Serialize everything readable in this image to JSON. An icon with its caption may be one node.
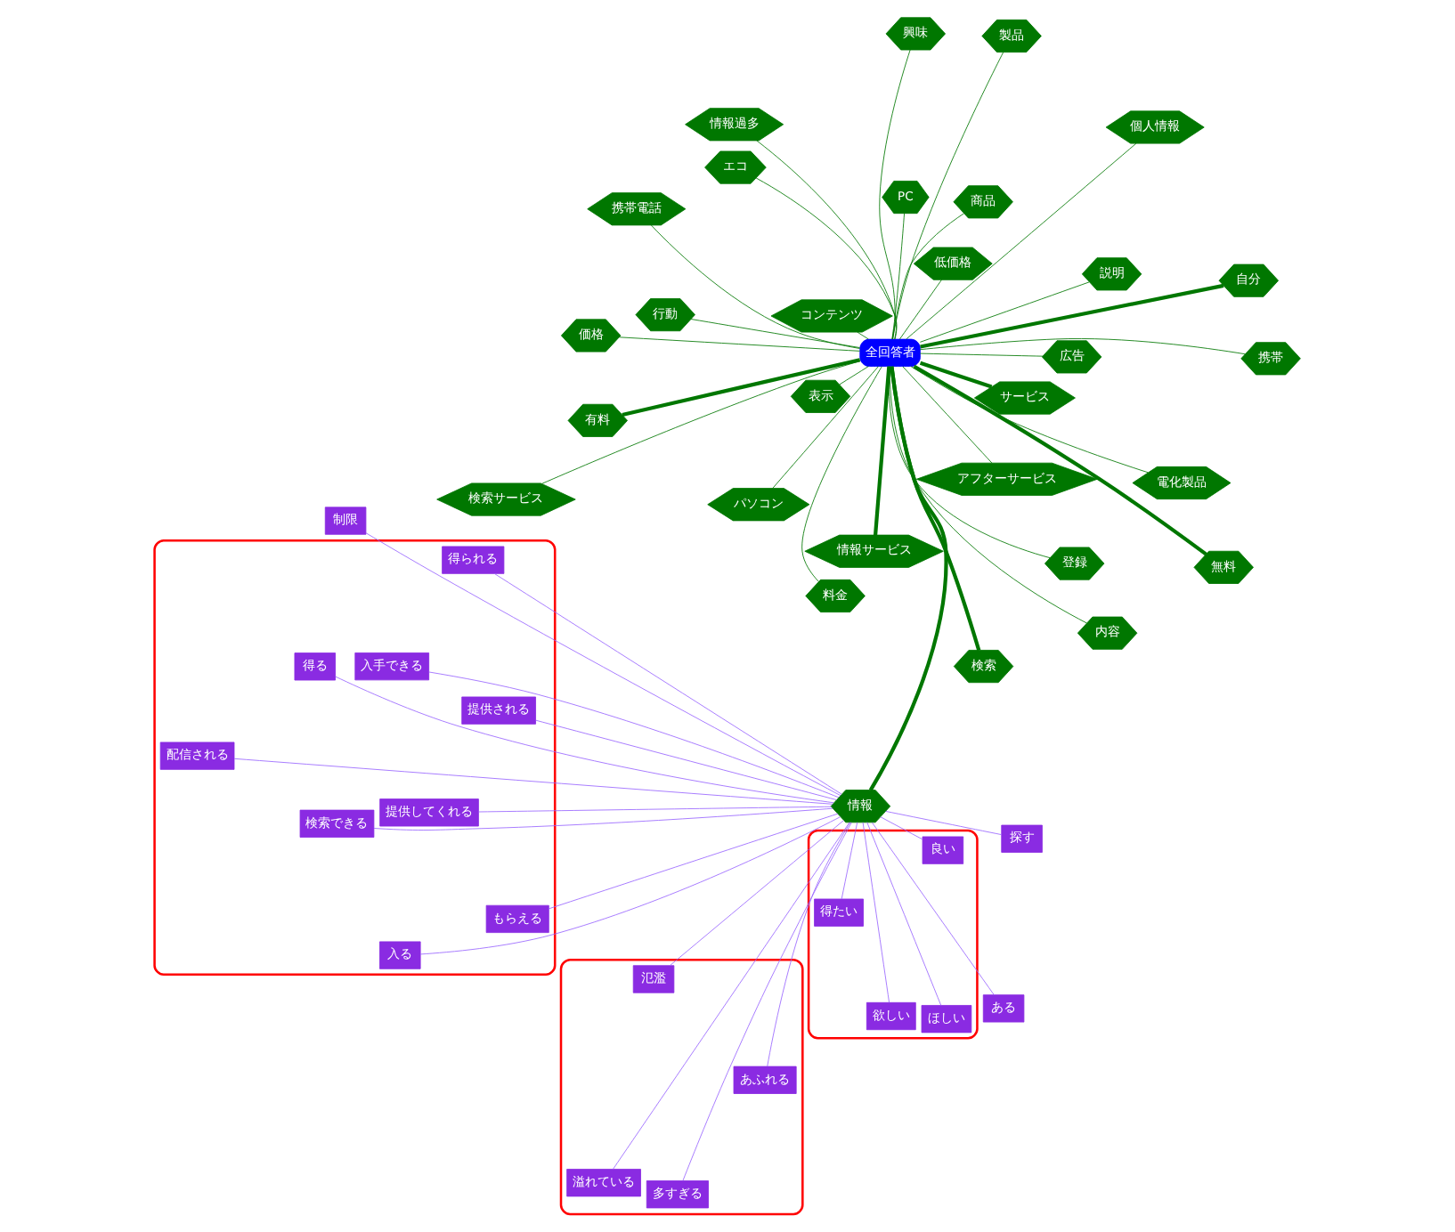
{
  "diagram": {
    "nodes": [
      {
        "text": [
          "全回答者"
        ]
      },
      {
        "text": [
          "無料"
        ]
      },
      {
        "text": [
          "料金"
        ]
      },
      {
        "text": [
          "情報サービス"
        ]
      },
      {
        "text": [
          "有料"
        ]
      },
      {
        "text": [
          "低価格"
        ]
      },
      {
        "text": [
          "サービス"
        ]
      },
      {
        "text": [
          "価格"
        ]
      },
      {
        "text": [
          "製品"
        ]
      },
      {
        "text": [
          "パソコン"
        ]
      },
      {
        "text": [
          "商品"
        ]
      },
      {
        "text": [
          "電化製品"
        ]
      },
      {
        "text": [
          "PC"
        ]
      },
      {
        "text": [
          "携帯電話"
        ]
      },
      {
        "text": [
          "アフターサービス"
        ]
      },
      {
        "text": [
          "携帯"
        ]
      },
      {
        "text": [
          "検索サービス"
        ]
      },
      {
        "text": [
          "内容"
        ]
      },
      {
        "text": [
          "個人情報"
        ]
      },
      {
        "text": [
          "検索"
        ]
      },
      {
        "text": [
          "コンテンツ"
        ]
      },
      {
        "text": [
          "行動"
        ]
      },
      {
        "text": [
          "興味"
        ]
      },
      {
        "text": [
          "登録"
        ]
      },
      {
        "text": [
          "説明"
        ]
      },
      {
        "text": [
          "広告"
        ]
      },
      {
        "text": [
          "表示"
        ]
      },
      {
        "text": [
          "エコ"
        ]
      },
      {
        "text": [
          "自分"
        ]
      },
      {
        "text": [
          "情報過多"
        ]
      },
      {
        "text": [
          "情報"
        ]
      },
      {
        "text": [],
        "shape": "ellipse"
      },
      {
        "text": [
          "検索できる"
        ],
        "in": 31
      },
      {
        "text": [
          "もらえる"
        ],
        "in": 31
      },
      {
        "text": [
          "提供される"
        ],
        "in": 31
      },
      {
        "text": [
          "入る"
        ],
        "in": 31
      },
      {
        "text": [
          "得られる"
        ],
        "in": 31
      },
      {
        "text": [
          "得る"
        ],
        "in": 31
      },
      {
        "text": [
          "提供してくれる"
        ],
        "in": 31
      },
      {
        "text": [
          "入手できる"
        ],
        "in": 31
      },
      {
        "text": [
          "配信される"
        ],
        "in": 31
      },
      {
        "text": [],
        "shape": "ellipse"
      },
      {
        "text": [
          "ほしい"
        ],
        "in": 41
      },
      {
        "text": [
          "得たい"
        ],
        "in": 41
      },
      {
        "text": [
          "良い"
        ],
        "in": 41
      },
      {
        "text": [
          "欲しい"
        ],
        "in": 41
      },
      {
        "text": [],
        "shape": "ellipse"
      },
      {
        "text": [
          "多すぎる"
        ],
        "in": 46
      },
      {
        "text": [
          "氾濫"
        ],
        "in": 46
      },
      {
        "text": [
          "あふれる"
        ],
        "in": 46
      },
      {
        "text": [
          "溢れている"
        ],
        "in": 46
      },
      {
        "text": [
          "制限"
        ]
      },
      {
        "text": [
          "探す"
        ]
      },
      {
        "text": [
          "ある"
        ]
      }
    ],
    "edges": [
      {
        "from": 0,
        "to": 1,
        "arrow": "none",
        "style": "thick"
      },
      {
        "from": 0,
        "to": 2,
        "arrow": "none"
      },
      {
        "from": 0,
        "to": 3,
        "arrow": "none",
        "style": "thick"
      },
      {
        "from": 0,
        "to": 4,
        "arrow": "none",
        "style": "thick"
      },
      {
        "from": 0,
        "to": 5,
        "arrow": "none"
      },
      {
        "from": 0,
        "to": 6,
        "arrow": "none",
        "style": "thick"
      },
      {
        "from": 0,
        "to": 7,
        "arrow": "none"
      },
      {
        "from": 0,
        "to": 8,
        "arrow": "none"
      },
      {
        "from": 0,
        "to": 9,
        "arrow": "none"
      },
      {
        "from": 0,
        "to": 10,
        "arrow": "none"
      },
      {
        "from": 0,
        "to": 11,
        "arrow": "none"
      },
      {
        "from": 0,
        "to": 12,
        "arrow": "none"
      },
      {
        "from": 0,
        "to": 13,
        "arrow": "none"
      },
      {
        "from": 0,
        "to": 14,
        "arrow": "none"
      },
      {
        "from": 0,
        "to": 15,
        "arrow": "none"
      },
      {
        "from": 0,
        "to": 16,
        "arrow": "none"
      },
      {
        "from": 0,
        "to": 17,
        "arrow": "none"
      },
      {
        "from": 0,
        "to": 18,
        "arrow": "none"
      },
      {
        "from": 0,
        "to": 19,
        "arrow": "none",
        "style": "thick"
      },
      {
        "from": 0,
        "to": 20,
        "arrow": "none"
      },
      {
        "from": 0,
        "to": 21,
        "arrow": "none"
      },
      {
        "from": 0,
        "to": 22,
        "arrow": "none"
      },
      {
        "from": 0,
        "to": 23,
        "arrow": "none"
      },
      {
        "from": 0,
        "to": 24,
        "arrow": "none"
      },
      {
        "from": 0,
        "to": 25,
        "arrow": "none"
      },
      {
        "from": 0,
        "to": 26,
        "arrow": "none"
      },
      {
        "from": 0,
        "to": 27,
        "arrow": "none"
      },
      {
        "from": 0,
        "to": 28,
        "arrow": "none",
        "style": "thick"
      },
      {
        "from": 0,
        "to": 29,
        "arrow": "none"
      },
      {
        "from": 0,
        "to": 30,
        "arrow": "none",
        "style": "thick"
      },
      {
        "from": 30,
        "to": 32,
        "arrow": "none",
        "color": "#9966ff"
      },
      {
        "from": 30,
        "to": 33,
        "arrow": "none",
        "color": "#9966ff"
      },
      {
        "from": 30,
        "to": 34,
        "arrow": "none",
        "color": "#9966ff"
      },
      {
        "from": 30,
        "to": 35,
        "arrow": "none",
        "color": "#9966ff"
      },
      {
        "from": 30,
        "to": 36,
        "arrow": "none",
        "color": "#9966ff"
      },
      {
        "from": 30,
        "to": 37,
        "arrow": "none",
        "color": "#9966ff"
      },
      {
        "from": 30,
        "to": 38,
        "arrow": "none",
        "color": "#9966ff"
      },
      {
        "from": 30,
        "to": 39,
        "arrow": "none",
        "color": "#9966ff"
      },
      {
        "from": 30,
        "to": 40,
        "arrow": "none",
        "color": "#9966ff"
      },
      {
        "from": 30,
        "to": 42,
        "arrow": "none",
        "color": "#9966ff"
      },
      {
        "from": 30,
        "to": 43,
        "arrow": "none",
        "color": "#9966ff"
      },
      {
        "from": 30,
        "to": 44,
        "arrow": "none",
        "color": "#9966ff"
      },
      {
        "from": 30,
        "to": 45,
        "arrow": "none",
        "color": "#9966ff"
      },
      {
        "from": 30,
        "to": 47,
        "arrow": "none",
        "color": "#9966ff"
      },
      {
        "from": 30,
        "to": 48,
        "arrow": "none",
        "color": "#9966ff"
      },
      {
        "from": 30,
        "to": 49,
        "arrow": "none",
        "color": "#9966ff"
      },
      {
        "from": 30,
        "to": 50,
        "arrow": "none",
        "color": "#9966ff"
      },
      {
        "from": 30,
        "to": 51,
        "arrow": "none",
        "color": "#9966ff"
      },
      {
        "from": 30,
        "to": 52,
        "arrow": "none",
        "color": "#9966ff"
      },
      {
        "from": 30,
        "to": 53,
        "arrow": "none",
        "color": "#9966ff"
      }
    ]
  }
}
